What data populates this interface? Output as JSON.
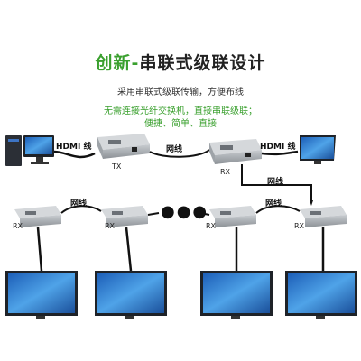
{
  "heading": {
    "green": "创新-",
    "black": "串联式级联设计"
  },
  "subtitle": "采用串联式级联传输，方便布线",
  "features": {
    "line1": "无需连接光纤交换机，直接串联级联；",
    "line2": "便捷、简单、直接"
  },
  "labels": {
    "hdmi_left": "HDMI 线",
    "hdmi_right": "HDMI 线",
    "cable_top": "网线",
    "cable_right": "网线",
    "tx": "TX",
    "rx_top": "RX",
    "rx_row": [
      "RX",
      "RX",
      "RX",
      "RX"
    ],
    "cable_row": [
      "网线",
      "网线"
    ],
    "dots": "●●●"
  },
  "colors": {
    "accent_green": "#3aa02e",
    "device_gray": "#9ea3a8",
    "screen_blue": "#2a7fd4"
  }
}
